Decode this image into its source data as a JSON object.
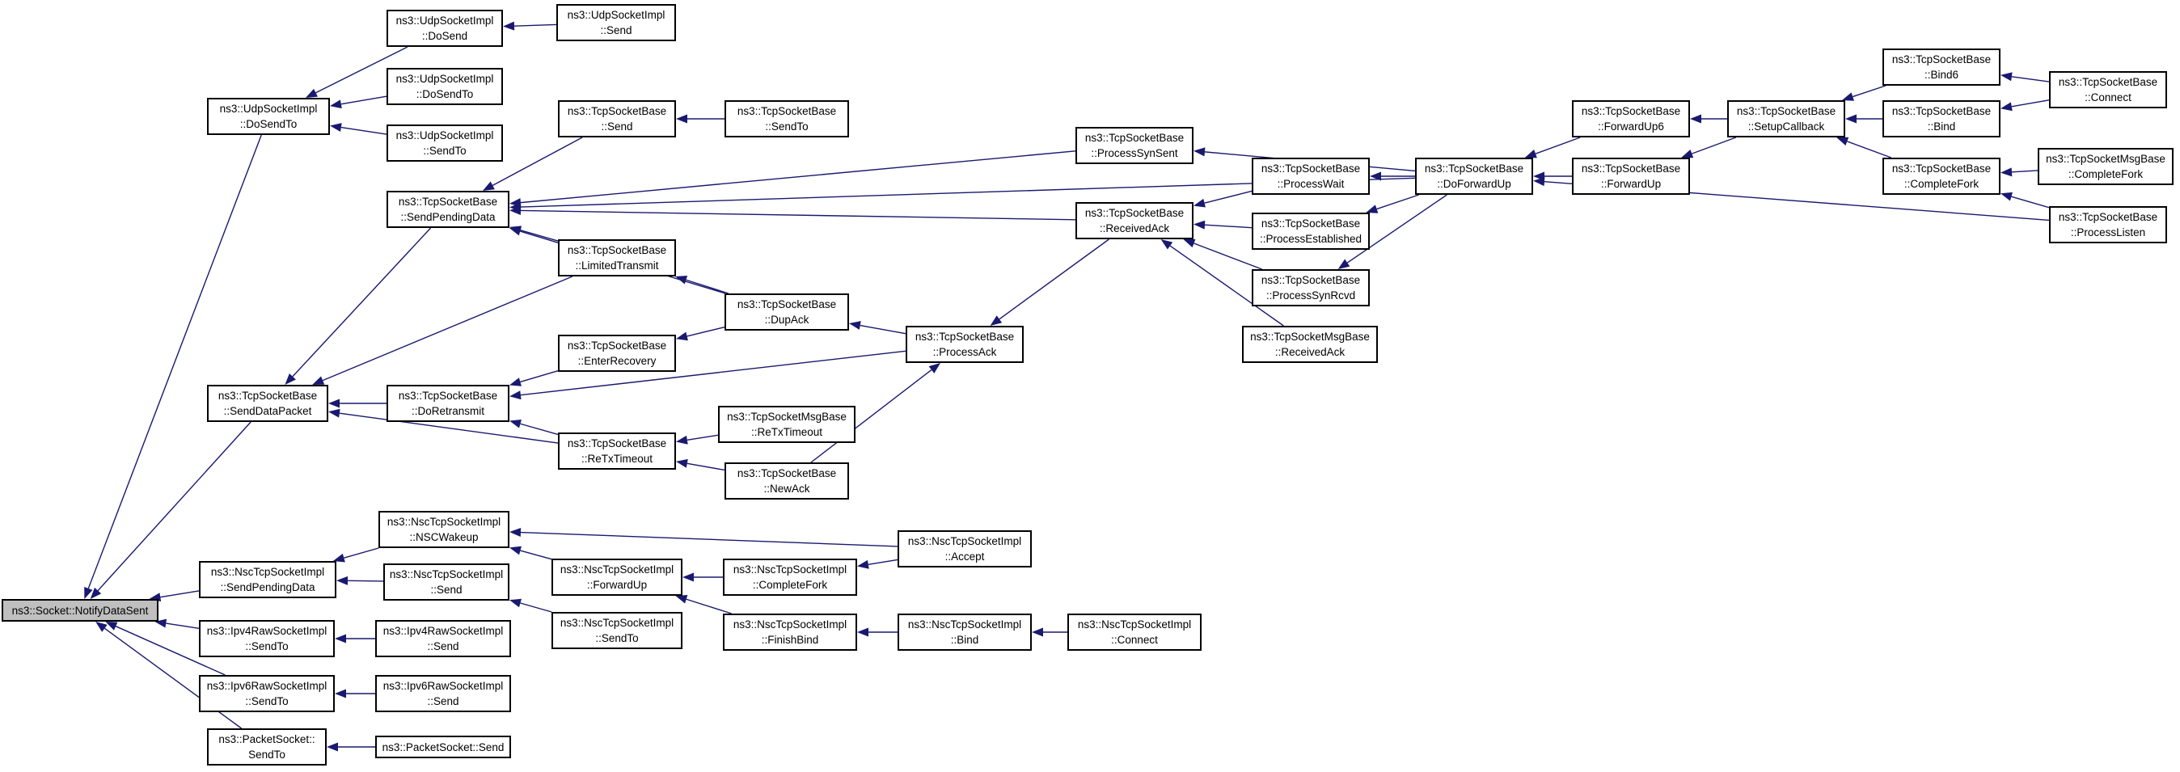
{
  "colors": {
    "edge": "#191970",
    "node_border": "#000000",
    "node_fill": "#ffffff",
    "root_fill": "#bfbfbf"
  },
  "nodes": {
    "notify": {
      "line1": "ns3::Socket::NotifyDataSent",
      "line2": ""
    },
    "udp_dosendto": {
      "line1": "ns3::UdpSocketImpl",
      "line2": "::DoSendTo"
    },
    "udp_dosend": {
      "line1": "ns3::UdpSocketImpl",
      "line2": "::DoSend"
    },
    "udp_send": {
      "line1": "ns3::UdpSocketImpl",
      "line2": "::Send"
    },
    "udp_dosendto2": {
      "line1": "ns3::UdpSocketImpl",
      "line2": "::DoSendTo"
    },
    "udp_sendto": {
      "line1": "ns3::UdpSocketImpl",
      "line2": "::SendTo"
    },
    "tcp_send": {
      "line1": "ns3::TcpSocketBase",
      "line2": "::Send"
    },
    "tcp_sendto": {
      "line1": "ns3::TcpSocketBase",
      "line2": "::SendTo"
    },
    "tcp_sendpending": {
      "line1": "ns3::TcpSocketBase",
      "line2": "::SendPendingData"
    },
    "tcp_limited": {
      "line1": "ns3::TcpSocketBase",
      "line2": "::LimitedTransmit"
    },
    "tcp_enterrec": {
      "line1": "ns3::TcpSocketBase",
      "line2": "::EnterRecovery"
    },
    "tcp_dupack": {
      "line1": "ns3::TcpSocketBase",
      "line2": "::DupAck"
    },
    "tcp_senddata": {
      "line1": "ns3::TcpSocketBase",
      "line2": "::SendDataPacket"
    },
    "tcp_doretransmit": {
      "line1": "ns3::TcpSocketBase",
      "line2": "::DoRetransmit"
    },
    "tcp_retx": {
      "line1": "ns3::TcpSocketBase",
      "line2": "::ReTxTimeout"
    },
    "tcpmsg_retx": {
      "line1": "ns3::TcpSocketMsgBase",
      "line2": "::ReTxTimeout"
    },
    "tcp_newack": {
      "line1": "ns3::TcpSocketBase",
      "line2": "::NewAck"
    },
    "tcp_processack": {
      "line1": "ns3::TcpSocketBase",
      "line2": "::ProcessAck"
    },
    "tcp_synsent": {
      "line1": "ns3::TcpSocketBase",
      "line2": "::ProcessSynSent"
    },
    "tcp_receivedack": {
      "line1": "ns3::TcpSocketBase",
      "line2": "::ReceivedAck"
    },
    "tcp_processwait": {
      "line1": "ns3::TcpSocketBase",
      "line2": "::ProcessWait"
    },
    "tcp_established": {
      "line1": "ns3::TcpSocketBase",
      "line2": "::ProcessEstablished"
    },
    "tcp_synrcvd": {
      "line1": "ns3::TcpSocketBase",
      "line2": "::ProcessSynRcvd"
    },
    "tcpmsg_receivedack": {
      "line1": "ns3::TcpSocketMsgBase",
      "line2": "::ReceivedAck"
    },
    "tcp_doforwardup": {
      "line1": "ns3::TcpSocketBase",
      "line2": "::DoForwardUp"
    },
    "tcp_forwardup6": {
      "line1": "ns3::TcpSocketBase",
      "line2": "::ForwardUp6"
    },
    "tcp_forwardup": {
      "line1": "ns3::TcpSocketBase",
      "line2": "::ForwardUp"
    },
    "tcp_setupcallback": {
      "line1": "ns3::TcpSocketBase",
      "line2": "::SetupCallback"
    },
    "tcp_bind6": {
      "line1": "ns3::TcpSocketBase",
      "line2": "::Bind6"
    },
    "tcp_bind": {
      "line1": "ns3::TcpSocketBase",
      "line2": "::Bind"
    },
    "tcp_completefork": {
      "line1": "ns3::TcpSocketBase",
      "line2": "::CompleteFork"
    },
    "tcp_connect": {
      "line1": "ns3::TcpSocketBase",
      "line2": "::Connect"
    },
    "tcpmsg_completefork": {
      "line1": "ns3::TcpSocketMsgBase",
      "line2": "::CompleteFork"
    },
    "tcp_processlisten": {
      "line1": "ns3::TcpSocketBase",
      "line2": "::ProcessListen"
    },
    "nsc_sendpending": {
      "line1": "ns3::NscTcpSocketImpl",
      "line2": "::SendPendingData"
    },
    "nsc_wakeup": {
      "line1": "ns3::NscTcpSocketImpl",
      "line2": "::NSCWakeup"
    },
    "nsc_send": {
      "line1": "ns3::NscTcpSocketImpl",
      "line2": "::Send"
    },
    "nsc_forwardup": {
      "line1": "ns3::NscTcpSocketImpl",
      "line2": "::ForwardUp"
    },
    "nsc_sendto": {
      "line1": "ns3::NscTcpSocketImpl",
      "line2": "::SendTo"
    },
    "nsc_completefork": {
      "line1": "ns3::NscTcpSocketImpl",
      "line2": "::CompleteFork"
    },
    "nsc_finishbind": {
      "line1": "ns3::NscTcpSocketImpl",
      "line2": "::FinishBind"
    },
    "nsc_accept": {
      "line1": "ns3::NscTcpSocketImpl",
      "line2": "::Accept"
    },
    "nsc_bind": {
      "line1": "ns3::NscTcpSocketImpl",
      "line2": "::Bind"
    },
    "nsc_connect": {
      "line1": "ns3::NscTcpSocketImpl",
      "line2": "::Connect"
    },
    "ipv4_sendto": {
      "line1": "ns3::Ipv4RawSocketImpl",
      "line2": "::SendTo"
    },
    "ipv4_send": {
      "line1": "ns3::Ipv4RawSocketImpl",
      "line2": "::Send"
    },
    "ipv6_sendto": {
      "line1": "ns3::Ipv6RawSocketImpl",
      "line2": "::SendTo"
    },
    "ipv6_send": {
      "line1": "ns3::Ipv6RawSocketImpl",
      "line2": "::Send"
    },
    "packet_sendto": {
      "line1": "ns3::PacketSocket::",
      "line2": "SendTo"
    },
    "packet_send": {
      "line1": "ns3::PacketSocket::Send",
      "line2": ""
    }
  },
  "edges": [
    [
      "udp_dosendto",
      "notify"
    ],
    [
      "tcp_senddata",
      "notify"
    ],
    [
      "nsc_sendpending",
      "notify"
    ],
    [
      "ipv4_sendto",
      "notify"
    ],
    [
      "ipv6_sendto",
      "notify"
    ],
    [
      "packet_sendto",
      "notify"
    ],
    [
      "udp_dosend",
      "udp_dosendto"
    ],
    [
      "udp_dosendto2",
      "udp_dosendto"
    ],
    [
      "udp_sendto",
      "udp_dosendto"
    ],
    [
      "udp_send",
      "udp_dosend"
    ],
    [
      "tcp_sendpending",
      "tcp_senddata"
    ],
    [
      "tcp_limited",
      "tcp_senddata"
    ],
    [
      "tcp_doretransmit",
      "tcp_senddata"
    ],
    [
      "tcp_retx",
      "tcp_senddata"
    ],
    [
      "tcp_send",
      "tcp_sendpending"
    ],
    [
      "tcp_limited",
      "tcp_sendpending"
    ],
    [
      "tcp_dupack",
      "tcp_sendpending"
    ],
    [
      "tcp_synsent",
      "tcp_sendpending"
    ],
    [
      "tcp_receivedack",
      "tcp_sendpending"
    ],
    [
      "tcp_doforwardup",
      "tcp_sendpending"
    ],
    [
      "tcp_sendto",
      "tcp_send"
    ],
    [
      "tcp_dupack",
      "tcp_limited"
    ],
    [
      "tcp_dupack",
      "tcp_enterrec"
    ],
    [
      "tcp_processack",
      "tcp_dupack"
    ],
    [
      "tcp_enterrec",
      "tcp_doretransmit"
    ],
    [
      "tcp_retx",
      "tcp_doretransmit"
    ],
    [
      "tcp_processack",
      "tcp_doretransmit"
    ],
    [
      "tcpmsg_retx",
      "tcp_retx"
    ],
    [
      "tcp_newack",
      "tcp_retx"
    ],
    [
      "tcp_newack",
      "tcp_processack"
    ],
    [
      "tcp_receivedack",
      "tcp_processack"
    ],
    [
      "tcp_processwait",
      "tcp_receivedack"
    ],
    [
      "tcp_established",
      "tcp_receivedack"
    ],
    [
      "tcp_synrcvd",
      "tcp_receivedack"
    ],
    [
      "tcpmsg_receivedack",
      "tcp_receivedack"
    ],
    [
      "tcp_doforwardup",
      "tcp_synsent"
    ],
    [
      "tcp_doforwardup",
      "tcp_processwait"
    ],
    [
      "tcp_doforwardup",
      "tcp_established"
    ],
    [
      "tcp_doforwardup",
      "tcp_synrcvd"
    ],
    [
      "tcp_forwardup6",
      "tcp_doforwardup"
    ],
    [
      "tcp_forwardup",
      "tcp_doforwardup"
    ],
    [
      "tcp_processlisten",
      "tcp_doforwardup"
    ],
    [
      "tcp_setupcallback",
      "tcp_forwardup6"
    ],
    [
      "tcp_setupcallback",
      "tcp_forwardup"
    ],
    [
      "tcp_bind6",
      "tcp_setupcallback"
    ],
    [
      "tcp_bind",
      "tcp_setupcallback"
    ],
    [
      "tcp_completefork",
      "tcp_setupcallback"
    ],
    [
      "tcp_connect",
      "tcp_bind6"
    ],
    [
      "tcp_connect",
      "tcp_bind"
    ],
    [
      "tcpmsg_completefork",
      "tcp_completefork"
    ],
    [
      "tcp_processlisten",
      "tcp_completefork"
    ],
    [
      "nsc_wakeup",
      "nsc_sendpending"
    ],
    [
      "nsc_send",
      "nsc_sendpending"
    ],
    [
      "nsc_forwardup",
      "nsc_wakeup"
    ],
    [
      "nsc_accept",
      "nsc_wakeup"
    ],
    [
      "nsc_sendto",
      "nsc_send"
    ],
    [
      "nsc_completefork",
      "nsc_forwardup"
    ],
    [
      "nsc_finishbind",
      "nsc_forwardup"
    ],
    [
      "nsc_accept",
      "nsc_completefork"
    ],
    [
      "nsc_bind",
      "nsc_finishbind"
    ],
    [
      "nsc_connect",
      "nsc_bind"
    ],
    [
      "ipv4_send",
      "ipv4_sendto"
    ],
    [
      "ipv6_send",
      "ipv6_sendto"
    ],
    [
      "packet_send",
      "packet_sendto"
    ]
  ]
}
